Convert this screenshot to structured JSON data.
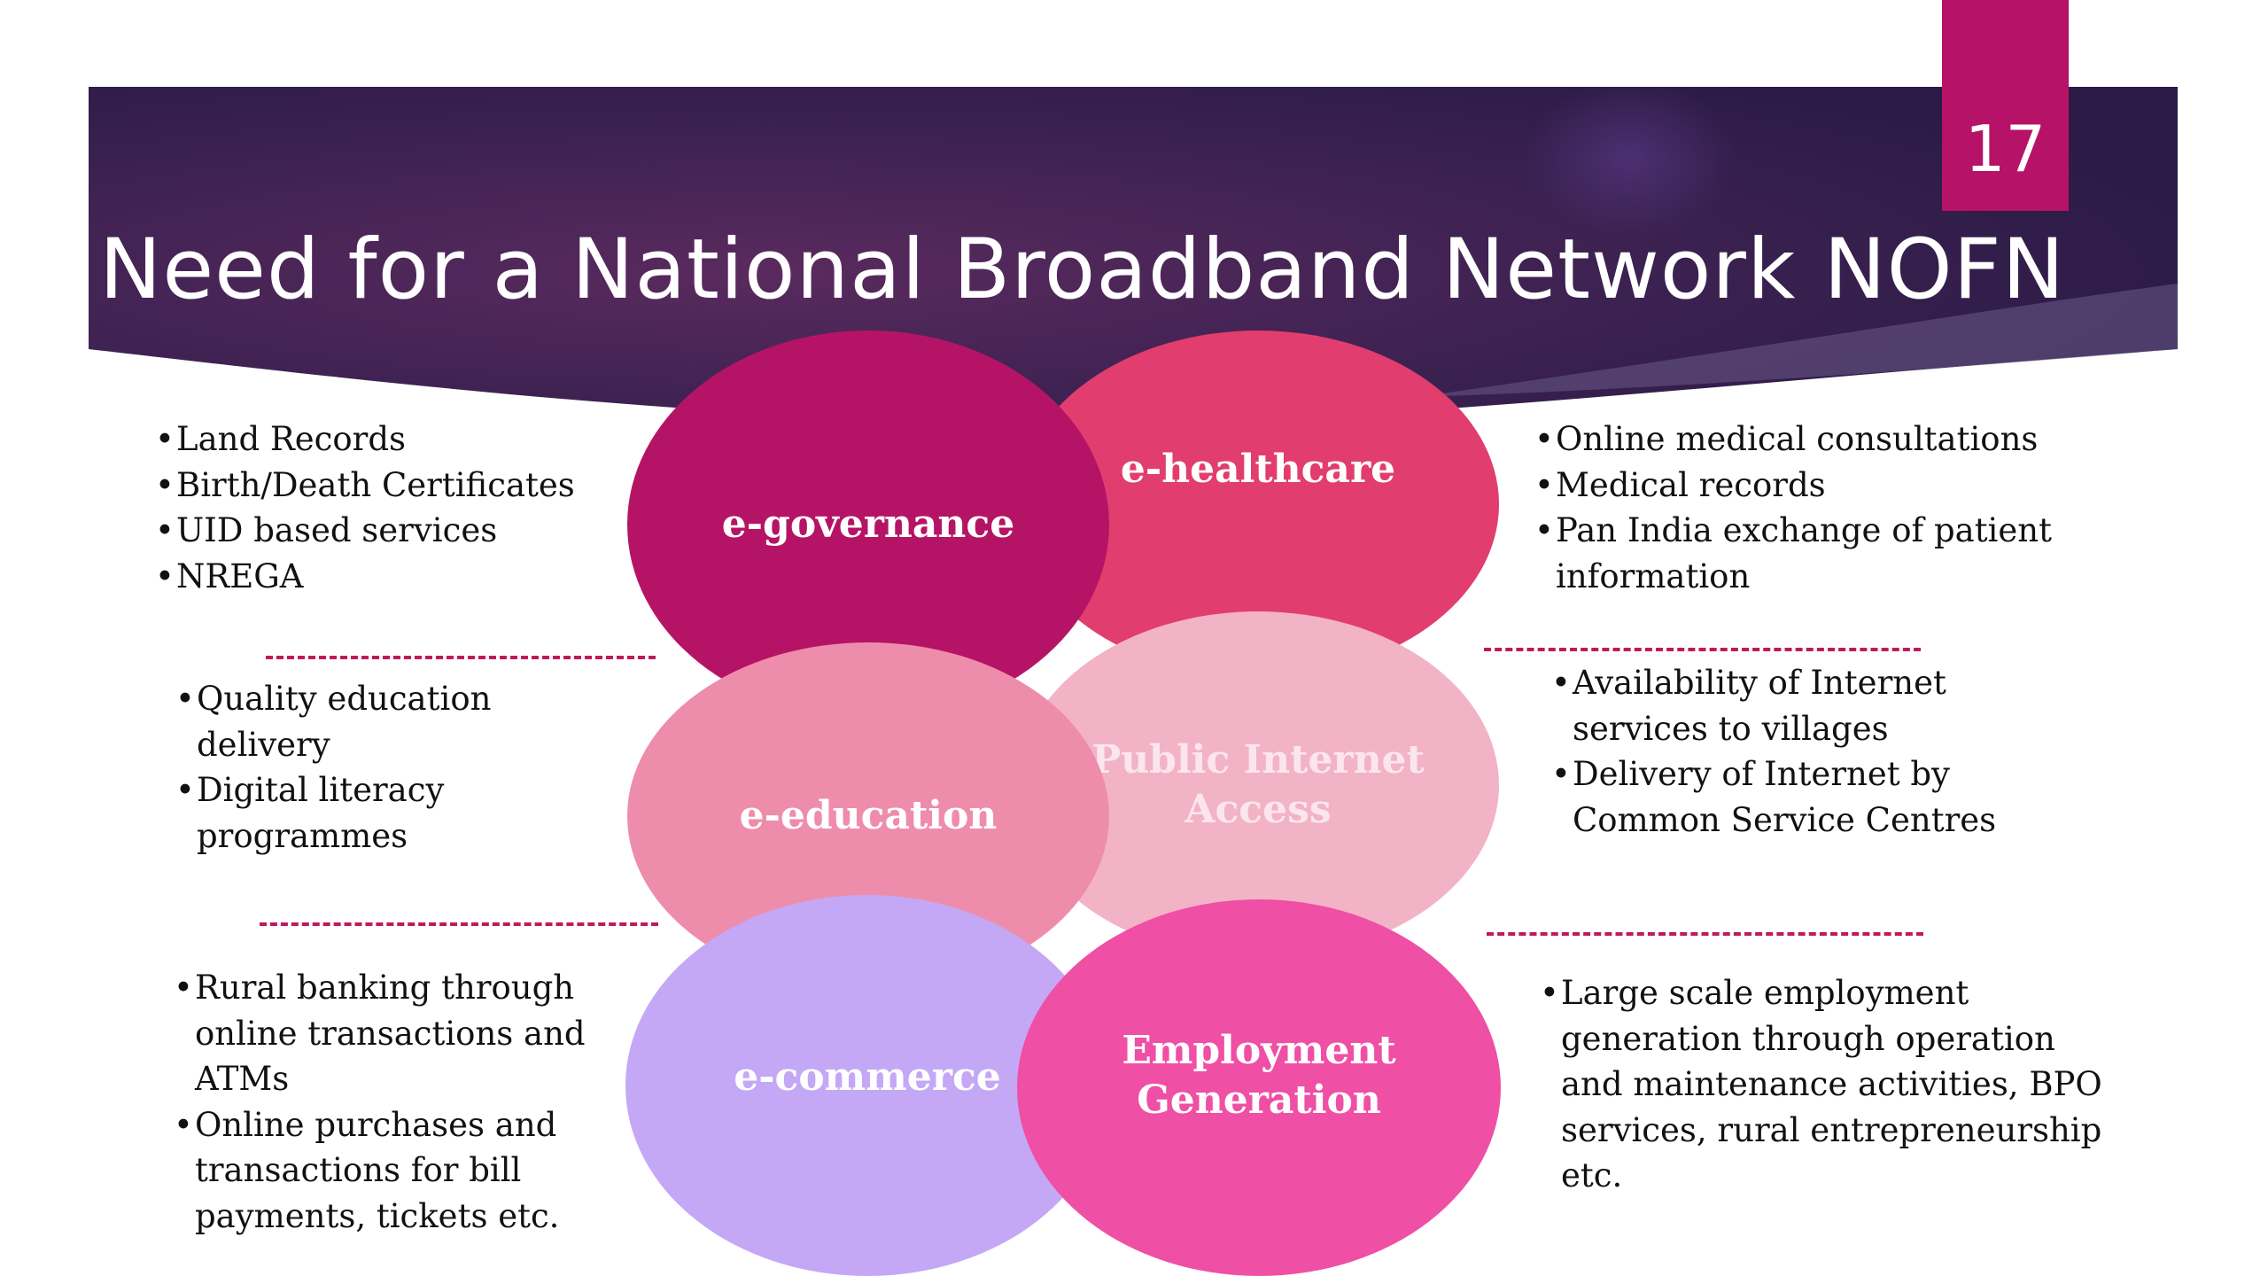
{
  "slide": {
    "page_number": "17",
    "title": "Need for a National Broadband Network NOFN"
  },
  "colors": {
    "banner_dark": "#2a1a45",
    "banner_light": "#5a2a5e",
    "accent": "#b51268",
    "divider": "#c2185b"
  },
  "circles": {
    "governance": "e-governance",
    "healthcare": "e-healthcare",
    "education": "e-education",
    "public_internet": "Public Internet Access",
    "commerce": "e-commerce",
    "employment": "Employment Generation"
  },
  "lists": {
    "governance": [
      "Land Records",
      "Birth/Death Certificates",
      "UID based services",
      "NREGA"
    ],
    "healthcare": [
      "Online medical consultations",
      "Medical records",
      "Pan India exchange of patient information"
    ],
    "education": [
      "Quality education delivery",
      "Digital literacy programmes"
    ],
    "public_internet": [
      "Availability of Internet services to villages",
      "Delivery of Internet by Common Service Centres"
    ],
    "commerce": [
      "Rural banking through online transactions and ATMs",
      "Online purchases and transactions for bill payments, tickets etc."
    ],
    "employment": [
      "Large scale employment generation through operation and maintenance activities, BPO services, rural entrepreneurship etc."
    ]
  }
}
